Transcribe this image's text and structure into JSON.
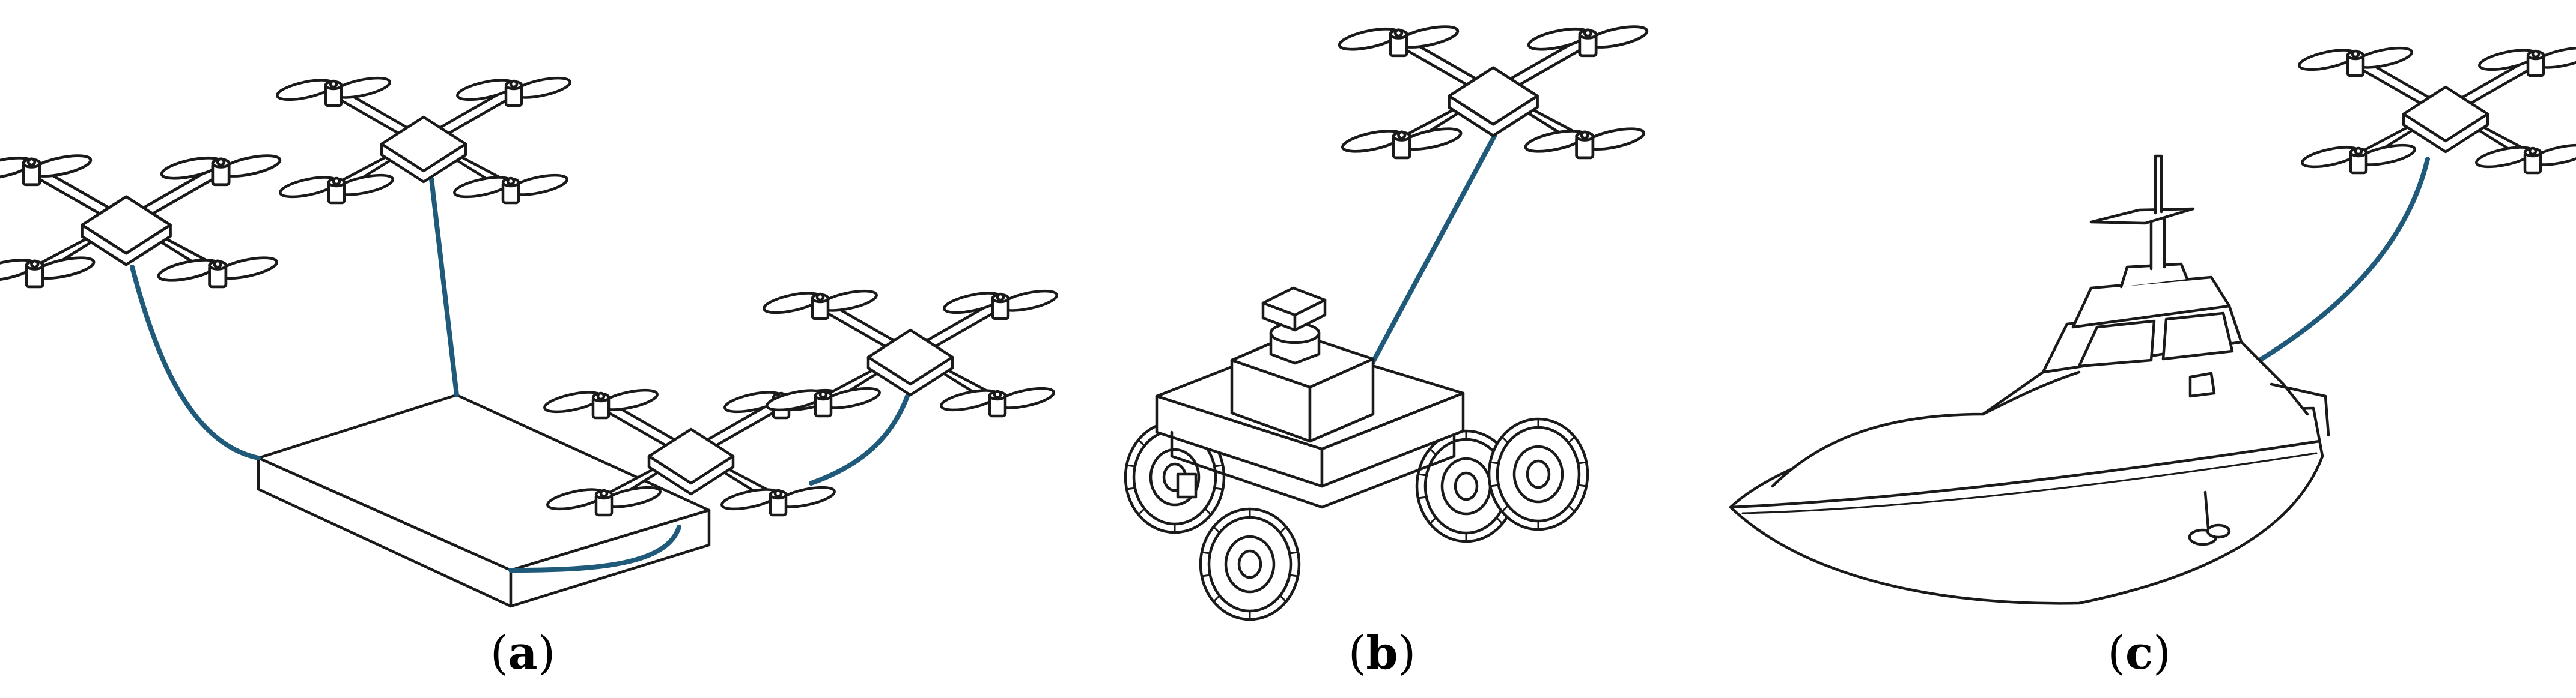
{
  "figure": {
    "colors": {
      "tether": "#1f5a7a",
      "ink": "#1a1a1a",
      "background": "#ffffff"
    },
    "panels": [
      {
        "id": "a",
        "caption_open": "(",
        "caption_label": "a",
        "caption_close": ")",
        "content": [
          "quadrotor-icon",
          "quadrotor-icon",
          "quadrotor-icon",
          "quadrotor-icon",
          "slab-icon",
          "tether-cable"
        ]
      },
      {
        "id": "b",
        "caption_open": "(",
        "caption_label": "b",
        "caption_close": ")",
        "content": [
          "quadrotor-icon",
          "ground-robot-icon",
          "tether-cable"
        ]
      },
      {
        "id": "c",
        "caption_open": "(",
        "caption_label": "c",
        "caption_close": ")",
        "content": [
          "quadrotor-icon",
          "boat-icon",
          "tether-cable"
        ]
      }
    ]
  }
}
